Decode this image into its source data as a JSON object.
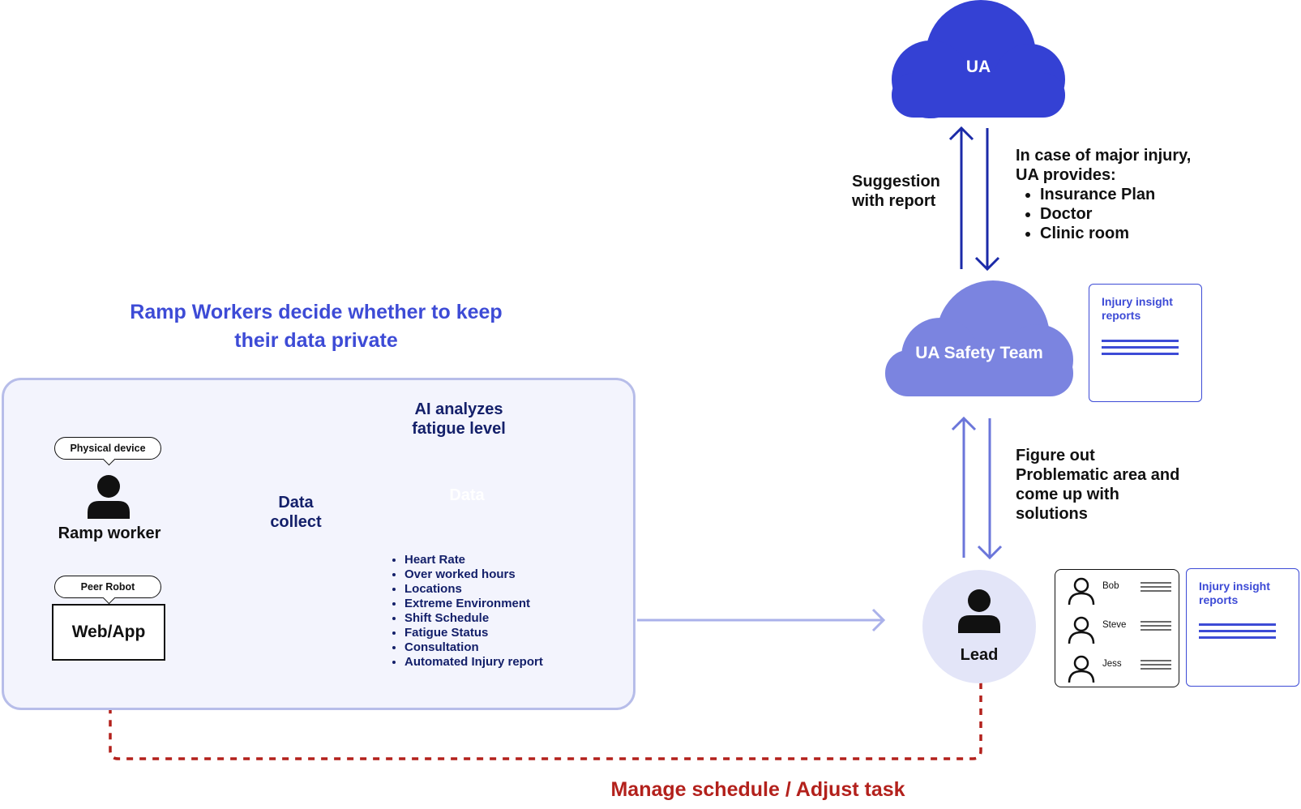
{
  "privacy_title": "Ramp Workers decide whether to keep their data private",
  "worker": {
    "device_bubble": "Physical device",
    "robot_bubble": "Peer Robot",
    "name": "Ramp worker",
    "webapp": "Web/App"
  },
  "data_collect": "Data collect",
  "ai_label": "AI analyzes fatigue level",
  "data_cloud": "Data",
  "data_items": [
    "Heart Rate",
    "Over worked hours",
    "Locations",
    "Extreme Environment",
    "Shift Schedule",
    "Fatigue Status",
    "Consultation",
    "Automated Injury report"
  ],
  "ua_cloud": "UA",
  "safety_cloud": "UA Safety Team",
  "suggestion": "Suggestion with report",
  "major_injury": {
    "intro": "In case of major injury, UA provides:",
    "items": [
      "Insurance Plan",
      "Doctor",
      "Clinic room"
    ]
  },
  "figure_out": "Figure out Problematic area and come up with solutions",
  "report_title": "Injury insight reports",
  "lead": "Lead",
  "team_members": [
    "Bob",
    "Steve",
    "Jess"
  ],
  "manage": "Manage schedule / Adjust task",
  "colors": {
    "ua_blue": "#3441d4",
    "safety_blue": "#7b84e0",
    "data_cloud": "#b8bdee",
    "accent_text": "#3d4bd6",
    "manage_red": "#b3211c"
  }
}
